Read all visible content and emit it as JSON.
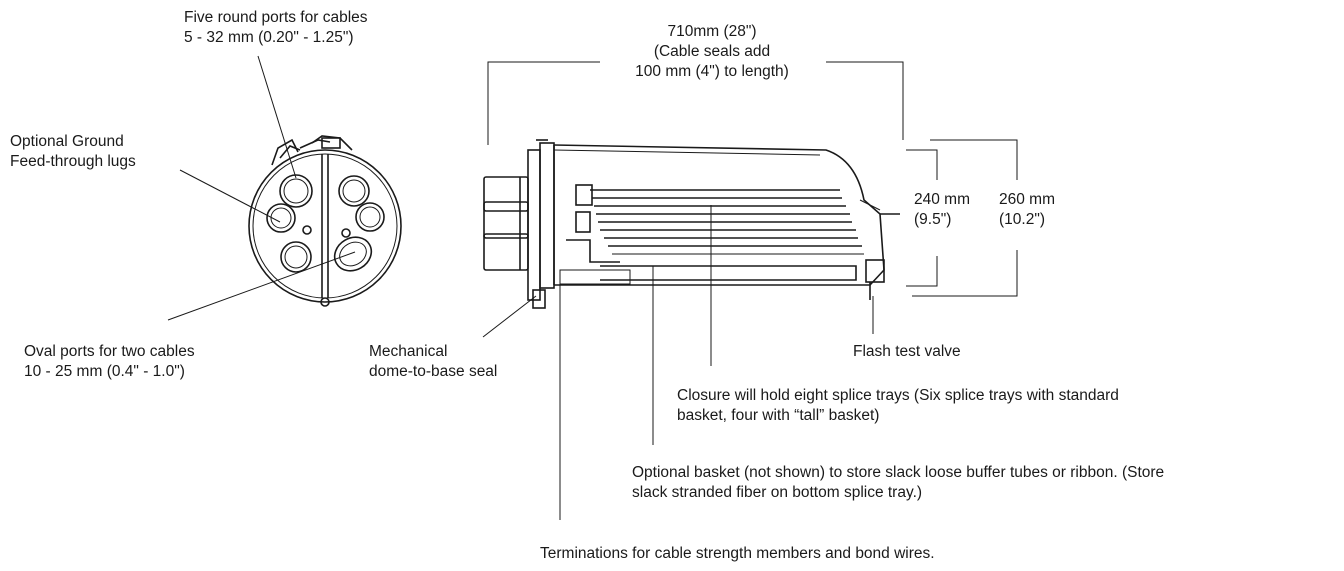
{
  "labels": {
    "round_ports": {
      "line1": "Five round ports for cables",
      "line2": "5 - 32 mm (0.20\" - 1.25\")"
    },
    "ground_lugs": {
      "line1": "Optional Ground",
      "line2": "Feed-through lugs"
    },
    "oval_ports": {
      "line1": "Oval ports for two cables",
      "line2": "10 - 25 mm (0.4\" - 1.0\")"
    },
    "length_dim": {
      "line1": "710mm (28\")",
      "line2": "(Cable seals add",
      "line3": "100 mm (4\") to length)"
    },
    "height_240": {
      "line1": "240 mm",
      "line2": "(9.5\")"
    },
    "height_260": {
      "line1": "260 mm",
      "line2": "(10.2\")"
    },
    "mechanical_seal": {
      "line1": "Mechanical",
      "line2": "dome-to-base seal"
    },
    "flash_valve": {
      "line1": "Flash test valve"
    },
    "splice_trays": {
      "line1": "Closure will hold eight splice trays (Six splice trays with standard",
      "line2": "basket, four with “tall” basket)"
    },
    "basket": {
      "line1": "Optional basket (not shown) to store slack loose buffer tubes or ribbon. (Store",
      "line2": "slack stranded fiber on bottom splice tray.)"
    },
    "terminations": {
      "line1": "Terminations for cable strength members and bond wires."
    }
  }
}
